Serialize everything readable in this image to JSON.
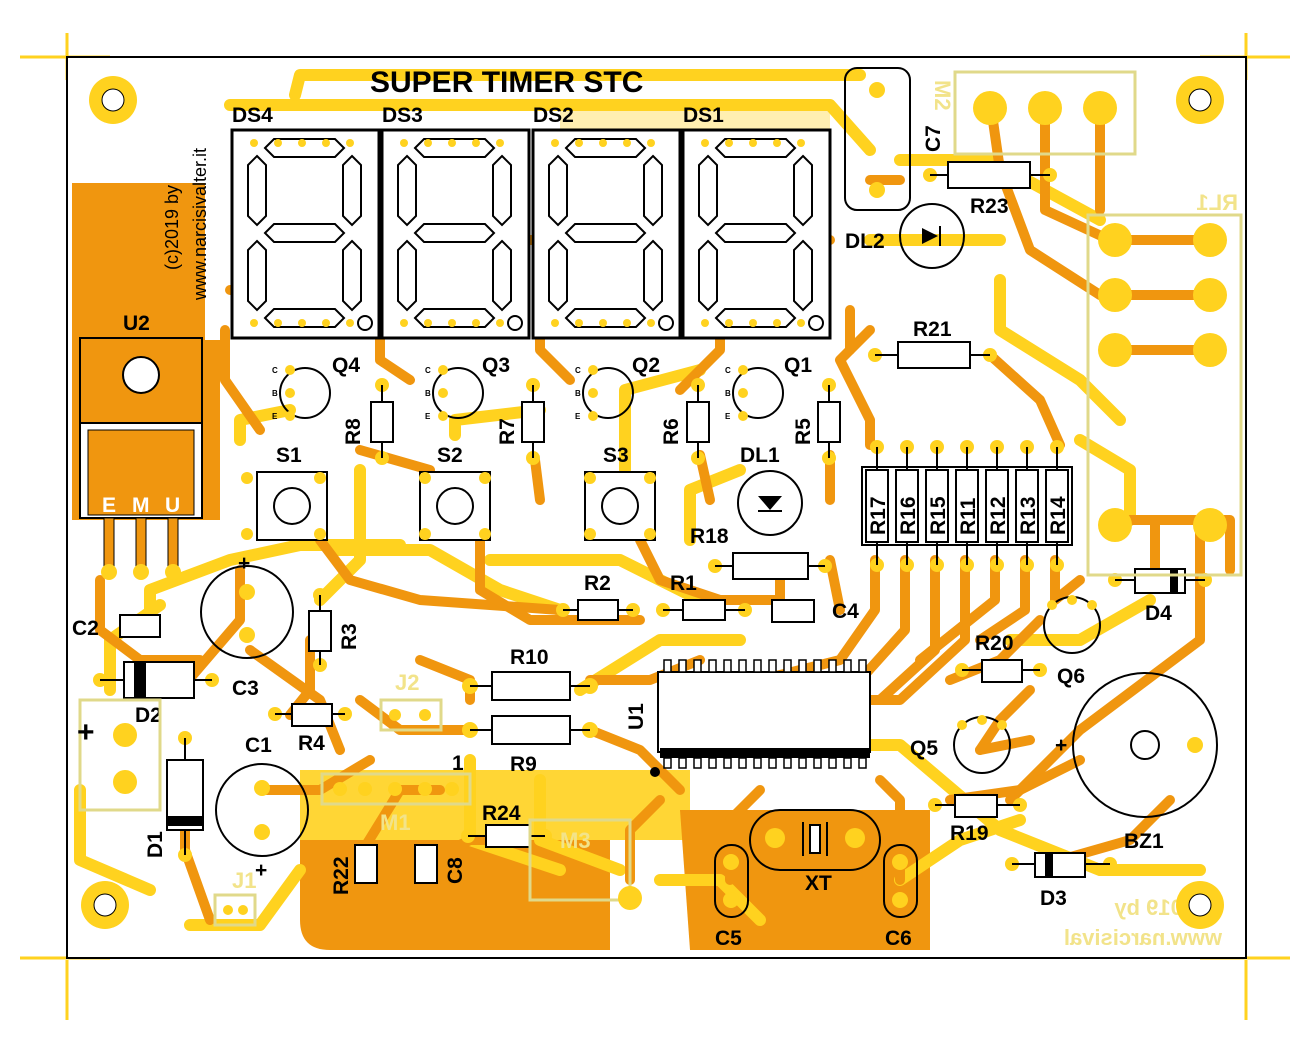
{
  "title": "SUPER TIMER STC",
  "credit": {
    "line1": "(c)2019 by",
    "line2": "www.narcisivalter.it",
    "mirror1": "(c)2019 by",
    "mirror2": "www.narcisival"
  },
  "colors": {
    "board": "#ffffff",
    "copper_bottom": "#f0960f",
    "copper_top": "#ffd21f",
    "silkscreen": "#000000",
    "crop_marks": "#ffd21f"
  },
  "displays": [
    "DS4",
    "DS3",
    "DS2",
    "DS1"
  ],
  "transistors": [
    "Q4",
    "Q3",
    "Q2",
    "Q1",
    "Q6",
    "Q5"
  ],
  "transistor_pins": [
    "C",
    "B",
    "E"
  ],
  "switches": [
    "S1",
    "S2",
    "S3"
  ],
  "resistors": [
    "R8",
    "R7",
    "R6",
    "R5",
    "R21",
    "R17",
    "R16",
    "R15",
    "R11",
    "R12",
    "R13",
    "R14",
    "R18",
    "R2",
    "R1",
    "R3",
    "R10",
    "R9",
    "R4",
    "R24",
    "R20",
    "R19",
    "R23",
    "R22"
  ],
  "capacitors": [
    "C7",
    "C2",
    "C3",
    "C1",
    "C4",
    "C8",
    "C5",
    "C6"
  ],
  "diodes": [
    "D1",
    "D2",
    "D3",
    "D4"
  ],
  "leds": [
    "DL1",
    "DL2"
  ],
  "ics": {
    "regulator": "U2",
    "regulator_pins": [
      "E",
      "M",
      "U"
    ],
    "mcu": "U1"
  },
  "misc": {
    "buzzer": "BZ1",
    "crystal": "XT",
    "relay": "RL1",
    "polarity_plus": "+",
    "pin1": "1",
    "m2": "M2",
    "m3": "M3",
    "j2": "J2",
    "j1": "J1",
    "m1": "M1"
  }
}
